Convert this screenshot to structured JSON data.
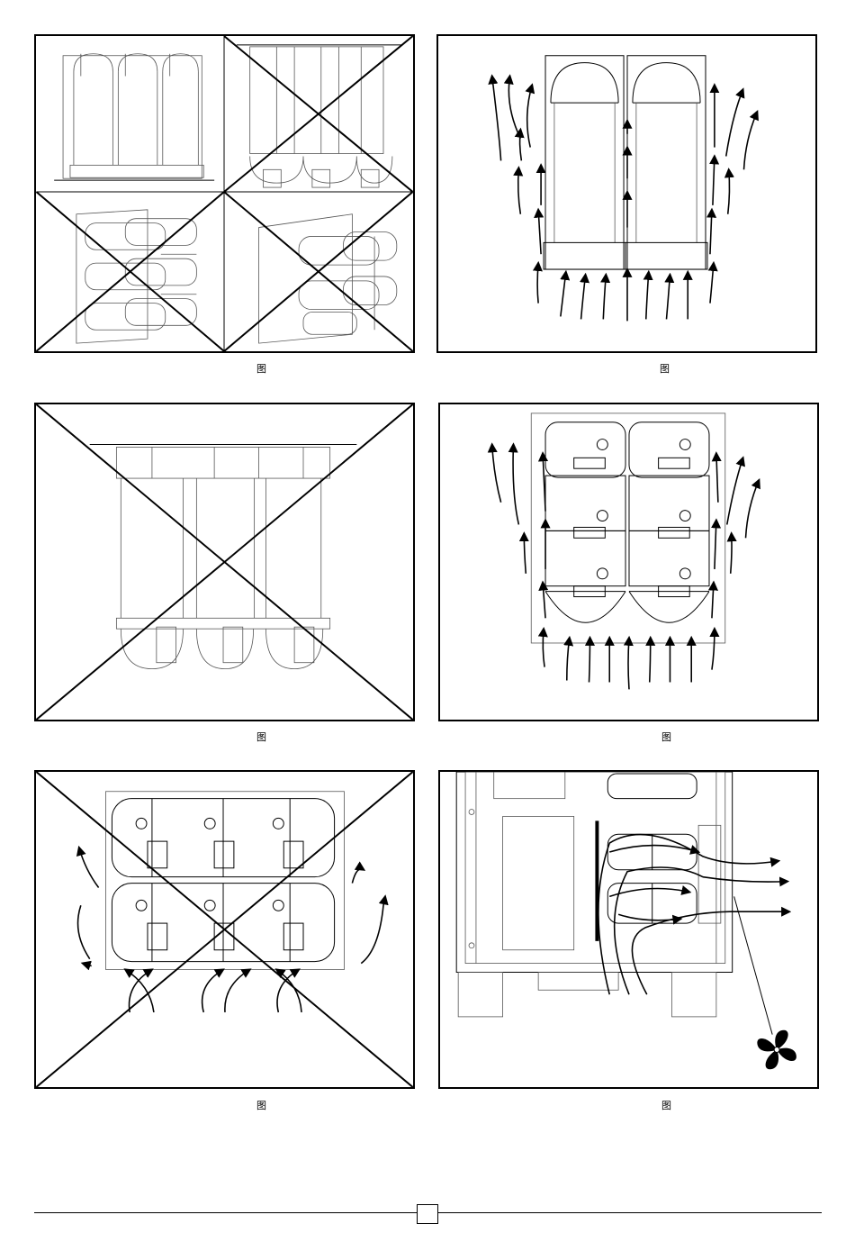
{
  "figures": [
    {
      "id": "fig-1",
      "caption_a": "图",
      "caption_b": "",
      "crossed": "partial"
    },
    {
      "id": "fig-2",
      "caption_a": "图",
      "caption_b": "",
      "crossed": "none"
    },
    {
      "id": "fig-3",
      "caption_a": "图",
      "caption_b": "",
      "crossed": "full"
    },
    {
      "id": "fig-4",
      "caption_a": "图",
      "caption_b": "",
      "crossed": "none"
    },
    {
      "id": "fig-5",
      "caption_a": "图",
      "caption_b": "",
      "crossed": "full"
    },
    {
      "id": "fig-6",
      "caption_a": "图",
      "caption_b": "",
      "crossed": "none"
    }
  ],
  "page_number": "",
  "icons": {
    "fan": "fan-icon",
    "arrow": "airflow-arrow-icon"
  }
}
